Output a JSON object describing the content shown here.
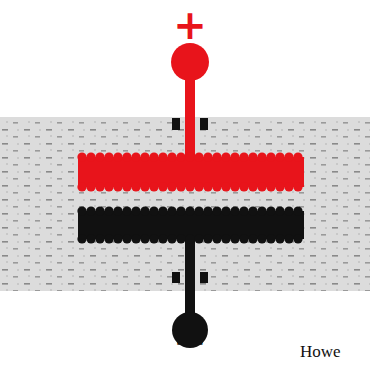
{
  "diagram": {
    "labels": [
      "+",
      "−",
      "Howe"
    ]
  }
}
